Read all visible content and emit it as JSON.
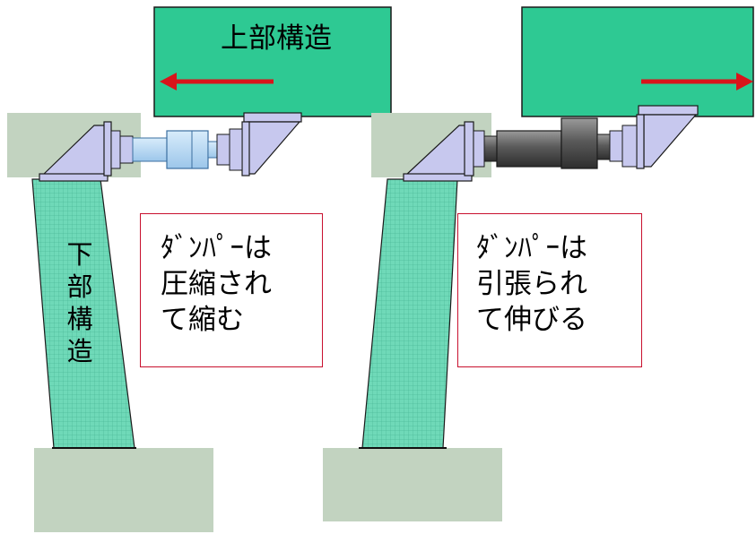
{
  "superstructure_label": "上部構造",
  "substructure_label": [
    "下",
    "部",
    "構",
    "造"
  ],
  "left_note": {
    "lines": [
      "ﾀﾞﾝﾊﾟｰは",
      "圧縮され",
      "て縮む"
    ]
  },
  "right_note": {
    "lines": [
      "ﾀﾞﾝﾊﾟｰは",
      "引張られ",
      "て伸びる"
    ]
  },
  "arrows": {
    "left_direction": "left",
    "right_direction": "right",
    "color": "#d9141b"
  },
  "colors": {
    "superstructure_fill": "#2ec993",
    "pier_fill": "#6fd9b8",
    "ground_fill": "#c2d3c0",
    "bracket_fill": "#c7c8ee",
    "damper_compressed": "#b9d6f0",
    "damper_extended": "#6e6e6e",
    "note_border": "#c8102e"
  }
}
